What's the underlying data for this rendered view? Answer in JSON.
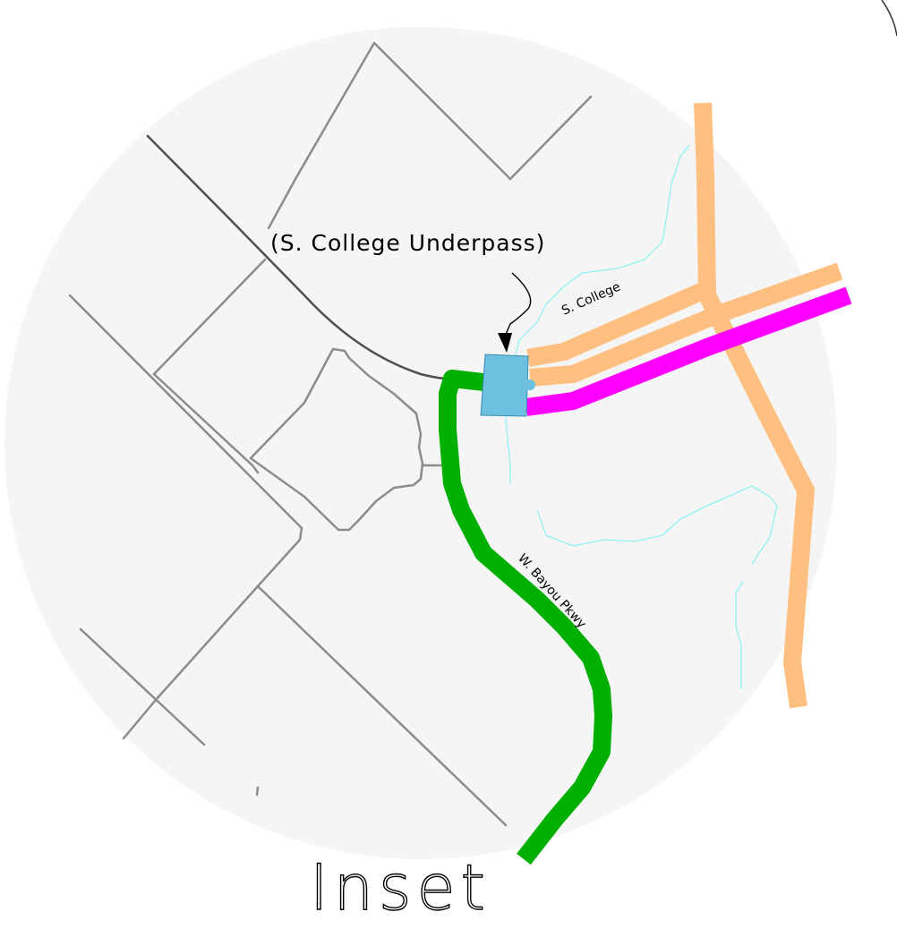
{
  "map": {
    "callout_label": "(S. College Underpass)",
    "road_labels": {
      "s_college": "S. College",
      "w_bayou": "W. Bayou Pkwy"
    },
    "inset_title": "Inset",
    "colors": {
      "background_circle": "#f5f5f5",
      "street": "#8c8c8c",
      "railroad": "#505050",
      "water": "#8ff2f2",
      "orange_road": "#ffbf80",
      "magenta_road": "#ff00ff",
      "green_trail": "#00b000",
      "underpass": "#6ec0e0"
    },
    "icons": {
      "callout_arrow": "arrow-down-icon"
    }
  }
}
